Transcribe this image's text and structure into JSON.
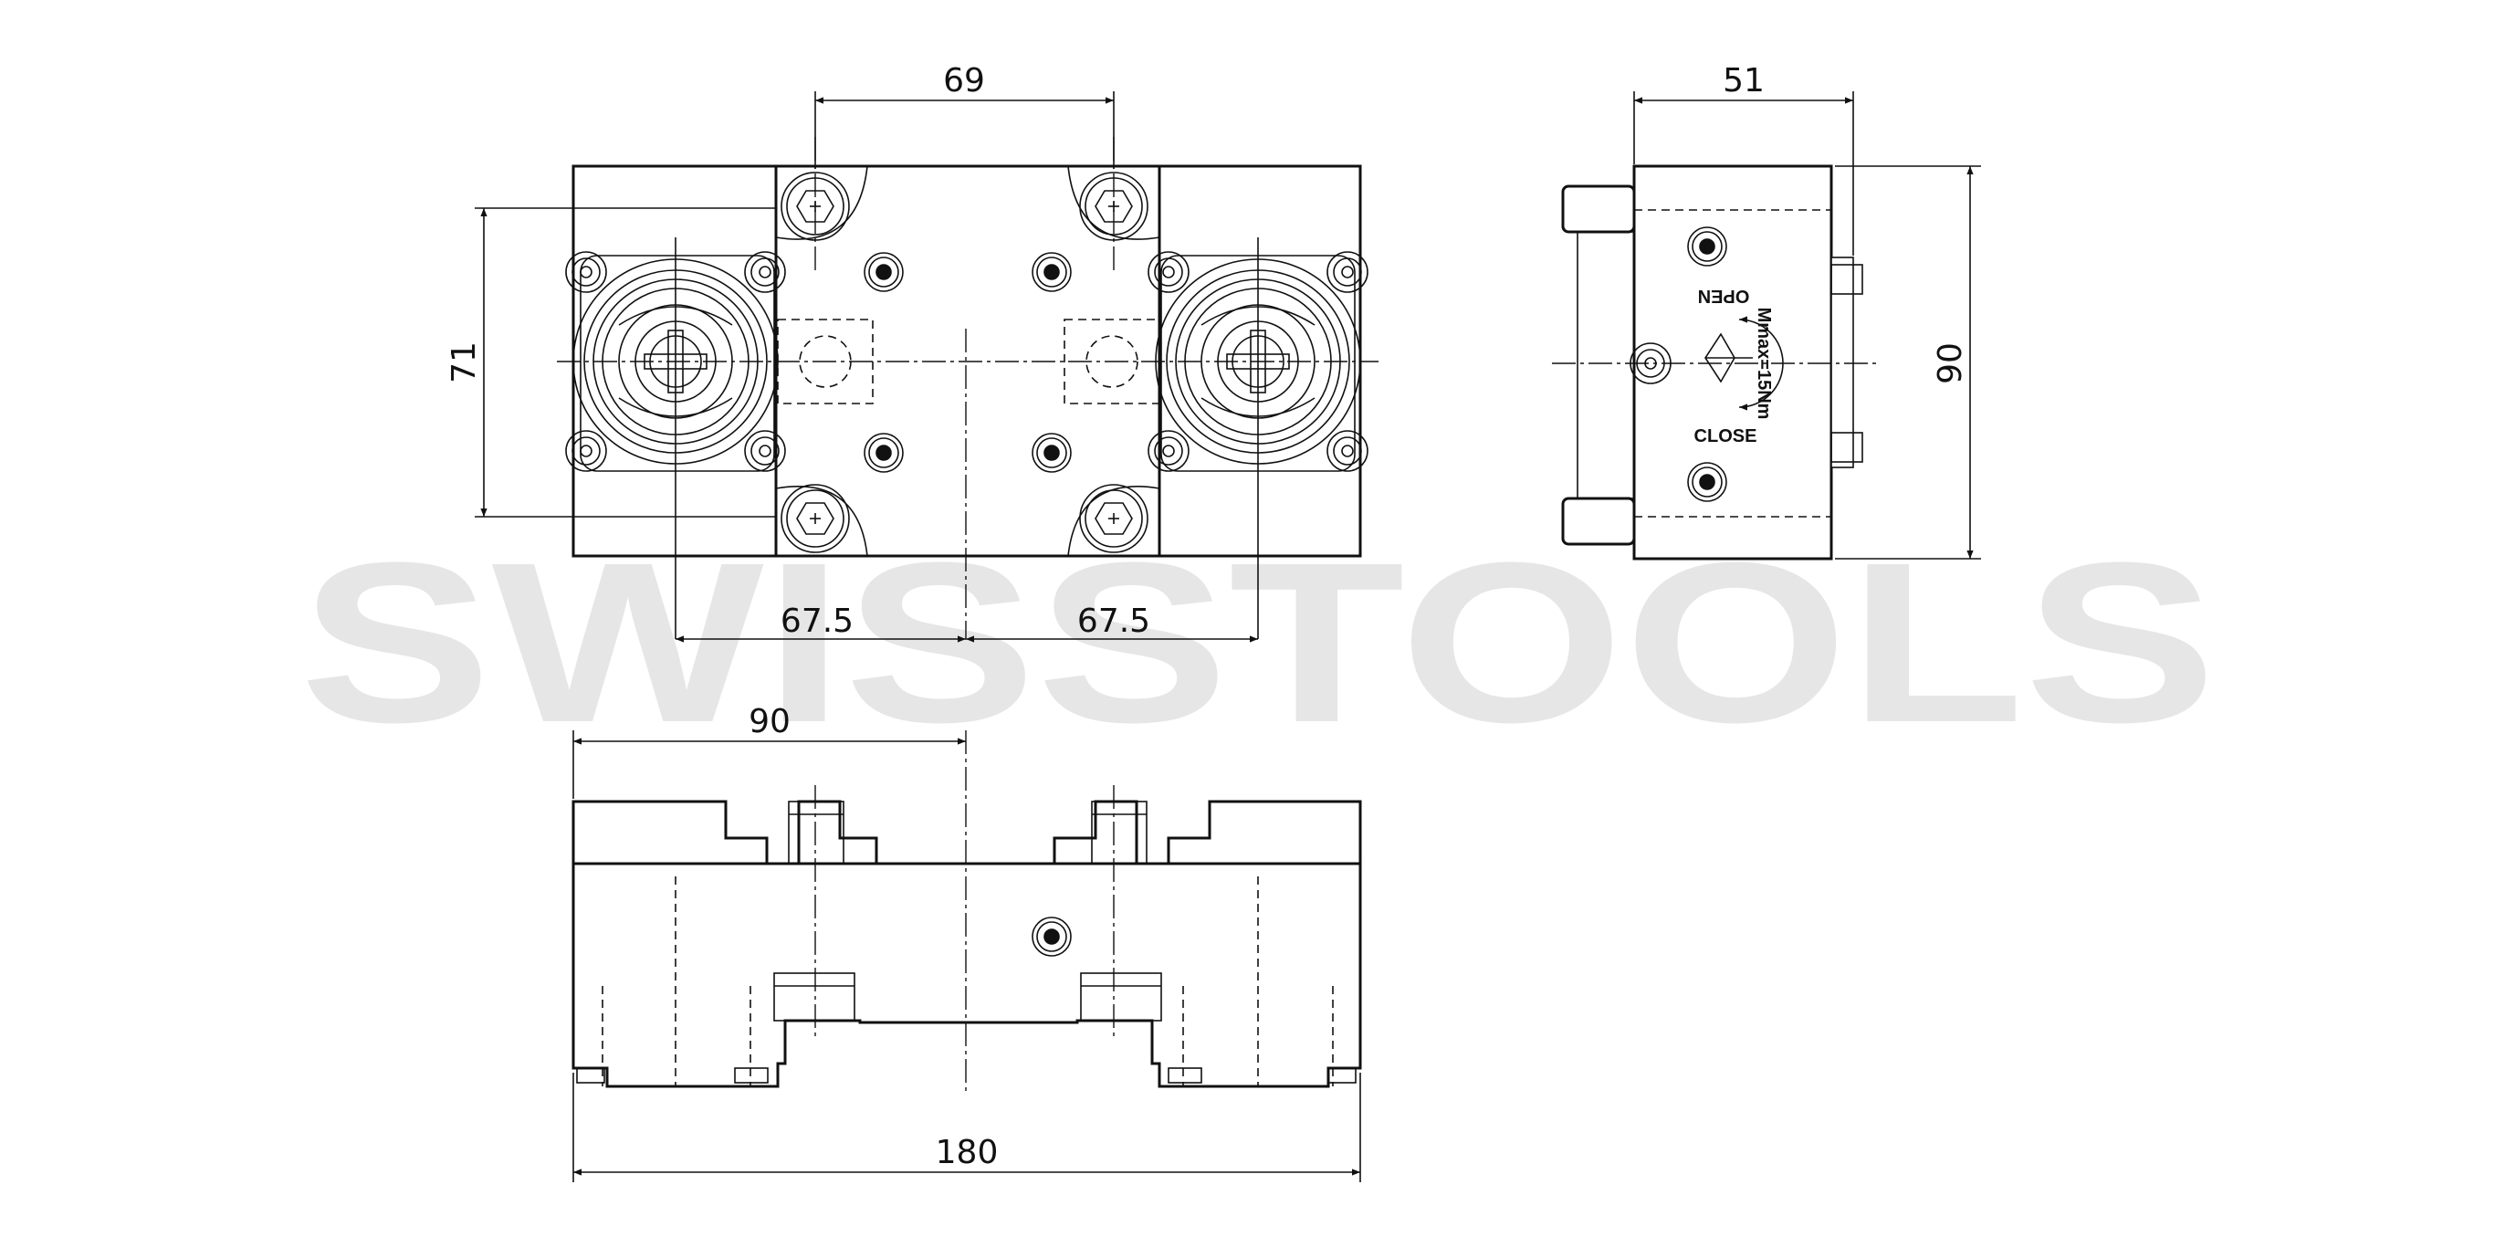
{
  "watermark": {
    "text": "SWISSTOOLS",
    "color": "#e6e6e6"
  },
  "dimensions": {
    "top_width": "69",
    "height_left": "71",
    "offset_left": "67.5",
    "offset_right": "67.5",
    "front_half": "90",
    "front_total": "180",
    "side_width": "51",
    "side_height": "90"
  },
  "labels": {
    "open": "OPEN",
    "close": "CLOSE",
    "torque": "Mmax=15Nm"
  },
  "colors": {
    "line": "#111111",
    "background": "#ffffff"
  }
}
